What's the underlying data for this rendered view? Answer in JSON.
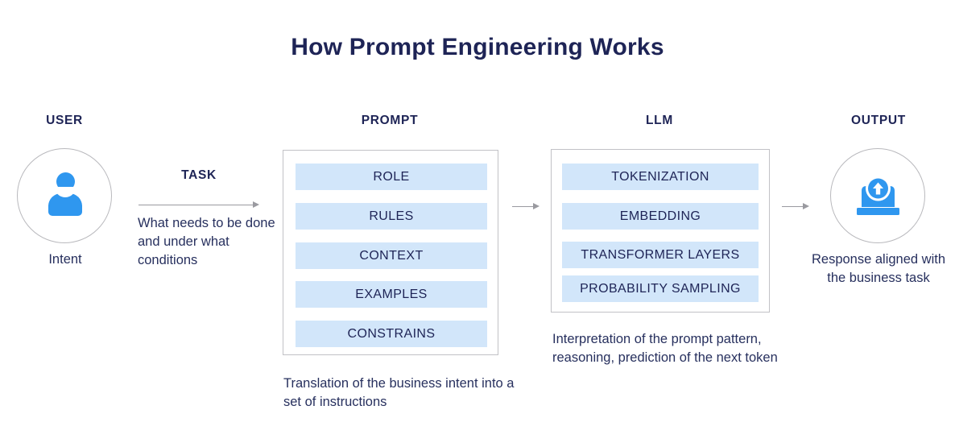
{
  "title": "How Prompt Engineering Works",
  "colors": {
    "title_navy": "#1e2456",
    "body_navy": "#27305e",
    "bar_blue": "#d2e6fa",
    "icon_blue": "#2f97ef",
    "border_gray": "#c2c2c6",
    "arrow_gray": "#9a9aa0"
  },
  "stages": {
    "user": {
      "header": "USER",
      "icon": "person-icon",
      "caption": "Intent"
    },
    "task": {
      "label": "TASK",
      "description": "What needs to be done and under what conditions"
    },
    "prompt": {
      "header": "PROMPT",
      "items": [
        "ROLE",
        "RULES",
        "CONTEXT",
        "EXAMPLES",
        "CONSTRAINS"
      ],
      "caption": "Translation of the business intent into a set of instructions"
    },
    "llm": {
      "header": "LLM",
      "items": [
        "TOKENIZATION",
        "EMBEDDING",
        "TRANSFORMER LAYERS",
        "PROBABILITY SAMPLING"
      ],
      "caption": "Interpretation of the prompt pattern, reasoning, prediction of the next token"
    },
    "output": {
      "header": "OUTPUT",
      "icon": "laptop-upload-icon",
      "caption": "Response aligned with the business task"
    }
  }
}
